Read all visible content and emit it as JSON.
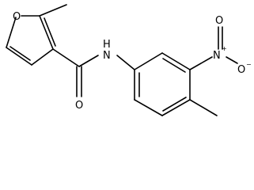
{
  "molecule": {
    "atom_labels": {
      "furan_o": "O",
      "amide_n": "N",
      "amide_h": "H",
      "carbonyl_o": "O",
      "nitro_n": "N",
      "nitro_n_charge": "+",
      "nitro_o_top": "O",
      "nitro_o_right": "O",
      "nitro_o_charge": "−"
    }
  }
}
